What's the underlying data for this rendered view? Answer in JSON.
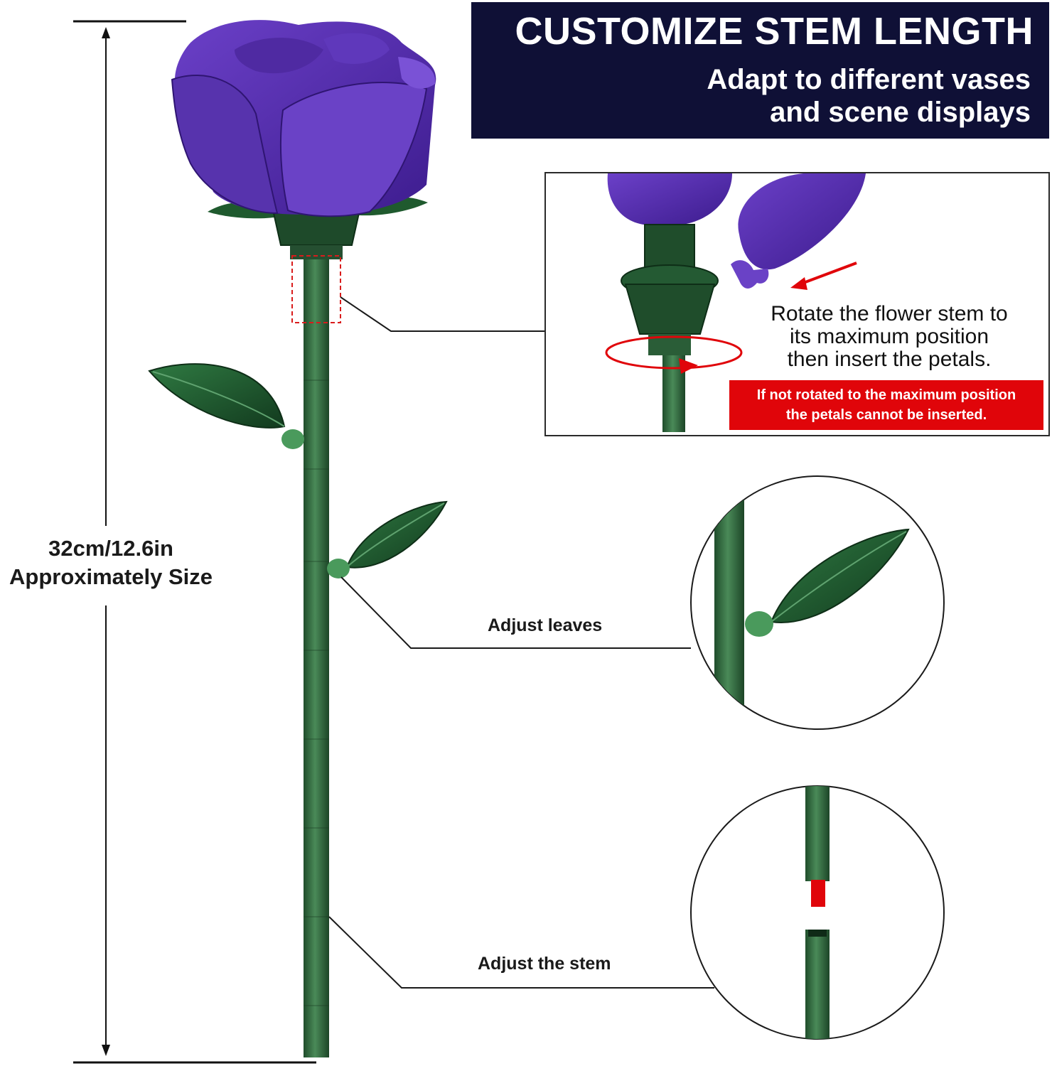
{
  "header": {
    "title": "CUSTOMIZE STEM LENGTH",
    "subtitle_line1": "Adapt to different vases",
    "subtitle_line2": "and scene displays"
  },
  "rotate_instructions": {
    "line1": "Rotate the flower stem to",
    "line2": "its maximum position",
    "line3": "then insert the petals."
  },
  "warning": {
    "line1": "If not rotated to the maximum position",
    "line2": "the petals cannot be inserted."
  },
  "size_label": {
    "line1": "32cm/12.6in",
    "line2": "Approximately Size"
  },
  "callouts": {
    "leaves": "Adjust leaves",
    "stem": "Adjust the stem"
  },
  "colors": {
    "header_bg": "#0f1036",
    "petal": "#5a2fb0",
    "petal_dark": "#3b1a86",
    "stem": "#2f6b3c",
    "leaf": "#1f5a2e",
    "warning_red": "#e0050a"
  }
}
